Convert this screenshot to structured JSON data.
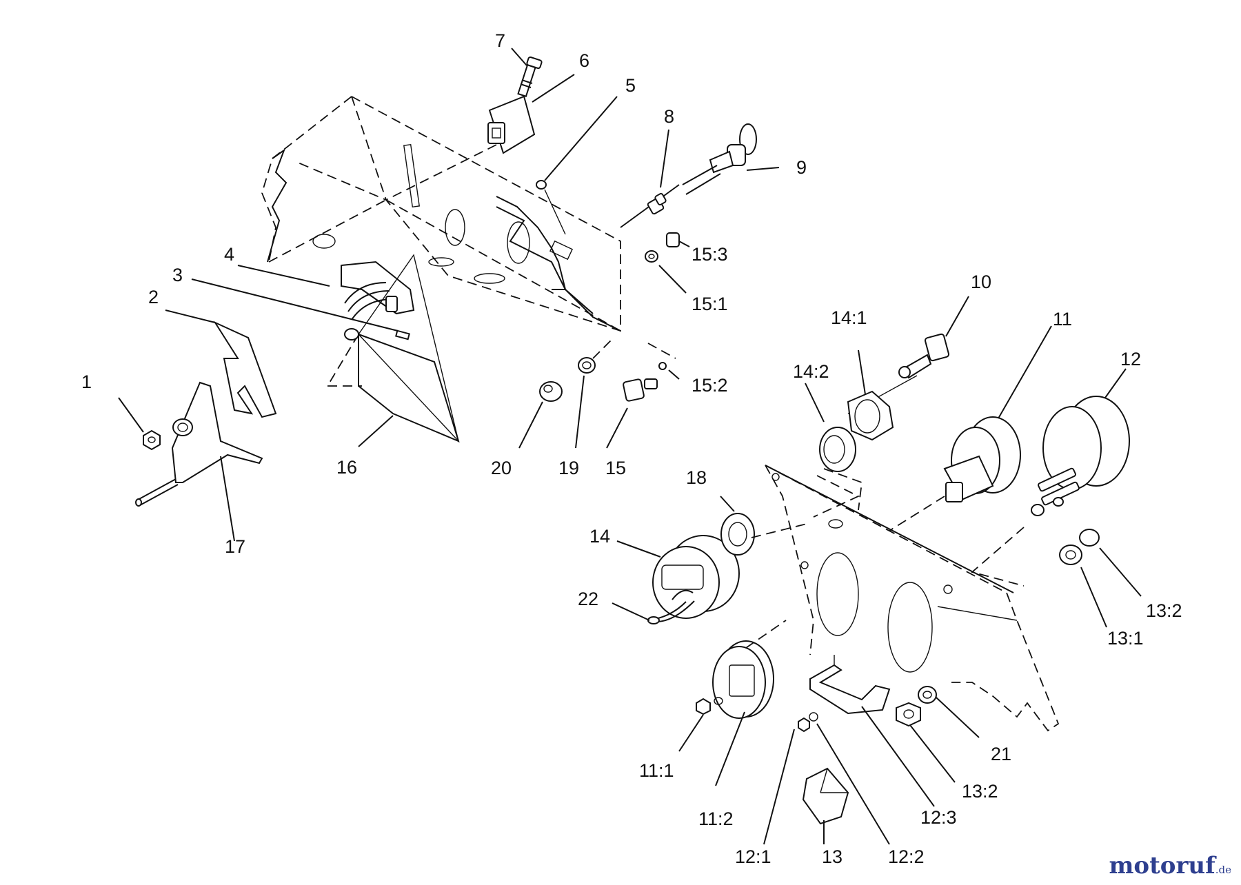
{
  "diagram": {
    "parts": [
      {
        "id": "1",
        "label": "1"
      },
      {
        "id": "2",
        "label": "2"
      },
      {
        "id": "3",
        "label": "3"
      },
      {
        "id": "4",
        "label": "4"
      },
      {
        "id": "5",
        "label": "5"
      },
      {
        "id": "6",
        "label": "6"
      },
      {
        "id": "7",
        "label": "7"
      },
      {
        "id": "8",
        "label": "8"
      },
      {
        "id": "9",
        "label": "9"
      },
      {
        "id": "10",
        "label": "10"
      },
      {
        "id": "11",
        "label": "11"
      },
      {
        "id": "11-1",
        "label": "11:1"
      },
      {
        "id": "11-2",
        "label": "11:2"
      },
      {
        "id": "12",
        "label": "12"
      },
      {
        "id": "12-1",
        "label": "12:1"
      },
      {
        "id": "12-2",
        "label": "12:2"
      },
      {
        "id": "12-3",
        "label": "12:3"
      },
      {
        "id": "13",
        "label": "13"
      },
      {
        "id": "13-1",
        "label": "13:1"
      },
      {
        "id": "13-2a",
        "label": "13:2"
      },
      {
        "id": "13-2b",
        "label": "13:2"
      },
      {
        "id": "14",
        "label": "14"
      },
      {
        "id": "14-1",
        "label": "14:1"
      },
      {
        "id": "14-2",
        "label": "14:2"
      },
      {
        "id": "15",
        "label": "15"
      },
      {
        "id": "15-1",
        "label": "15:1"
      },
      {
        "id": "15-2",
        "label": "15:2"
      },
      {
        "id": "15-3",
        "label": "15:3"
      },
      {
        "id": "16",
        "label": "16"
      },
      {
        "id": "17",
        "label": "17"
      },
      {
        "id": "18",
        "label": "18"
      },
      {
        "id": "19",
        "label": "19"
      },
      {
        "id": "20",
        "label": "20"
      },
      {
        "id": "21",
        "label": "21"
      },
      {
        "id": "22",
        "label": "22"
      }
    ]
  },
  "watermark": {
    "brand": "motoruf",
    "suffix": ".de"
  }
}
